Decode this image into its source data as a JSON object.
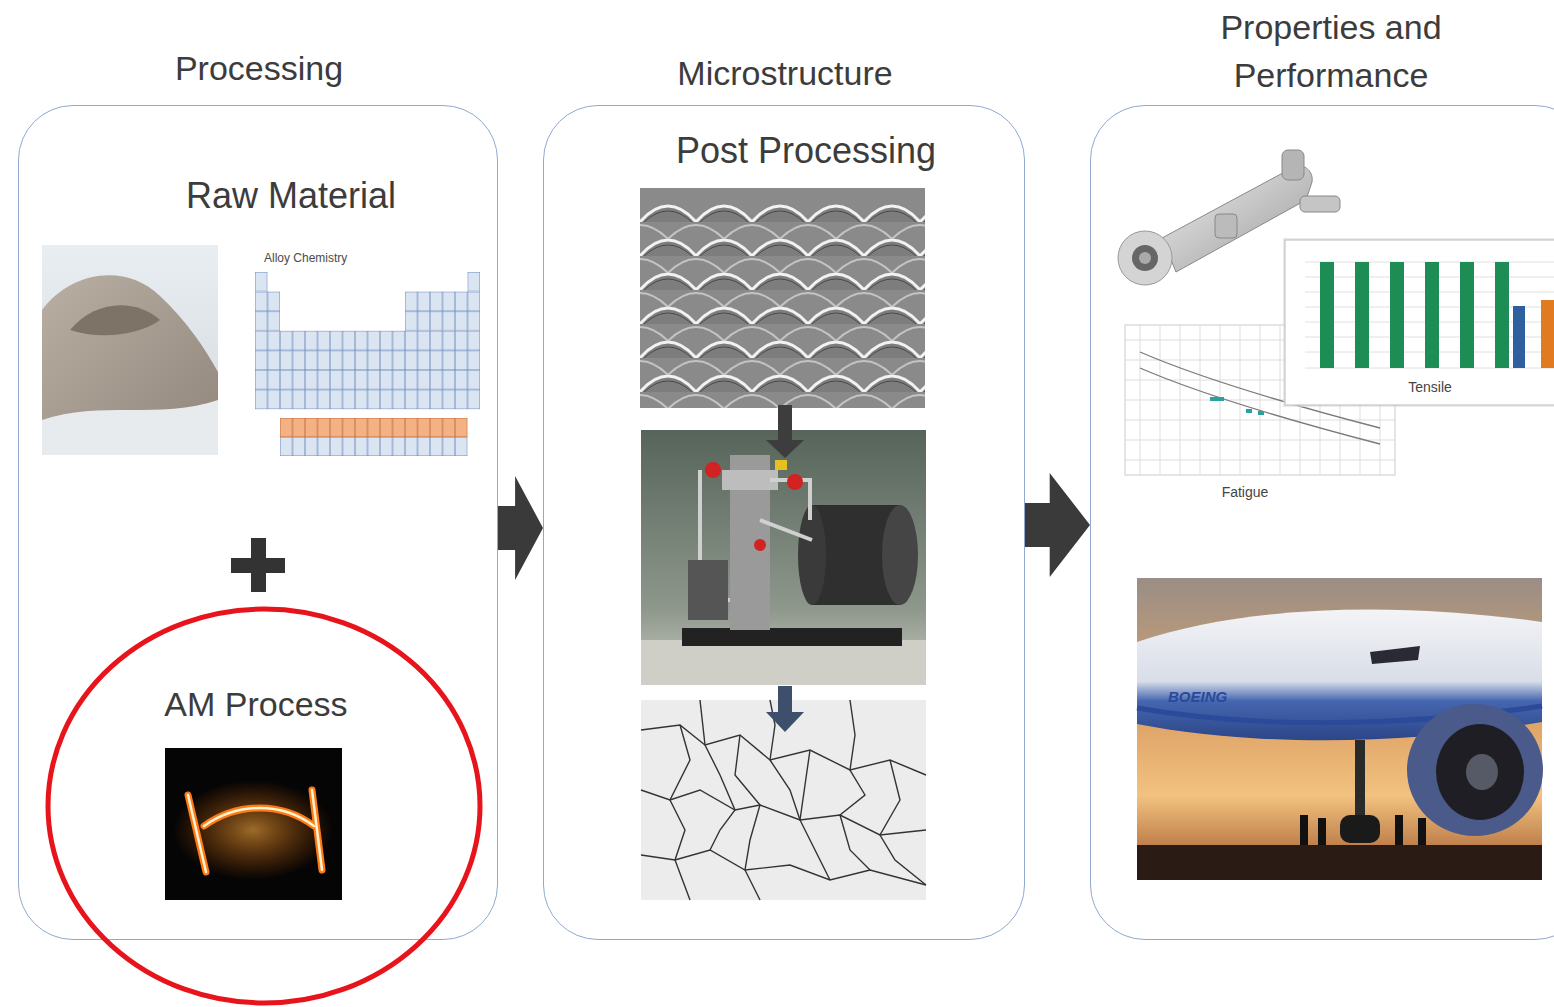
{
  "diagram": {
    "nodes": [
      {
        "text": [
          "Processing",
          "Raw Material"
        ]
      },
      {
        "text": [
          "AM Process"
        ],
        "in": 0
      },
      {
        "text": [
          "Microstructure",
          "Post Processing"
        ]
      },
      {
        "text": [
          "Properties and Performance"
        ]
      }
    ],
    "edges": [
      {
        "from": 0,
        "to": 2,
        "arrow": "to"
      },
      {
        "from": 2,
        "to": 3,
        "arrow": "to"
      }
    ],
    "labels": [
      "Alloy Chemistry",
      "Tensile",
      "Fatigue",
      "BOEING"
    ]
  }
}
